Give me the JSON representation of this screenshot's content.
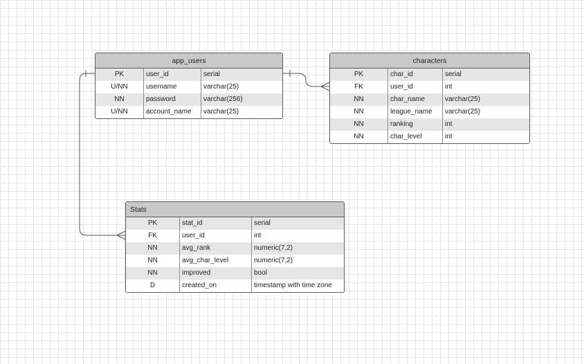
{
  "entities": {
    "app_users": {
      "title": "app_users",
      "rows": [
        {
          "key": "PK",
          "column": "user_id",
          "type": "serial"
        },
        {
          "key": "U/NN",
          "column": "username",
          "type": "varchar(25)"
        },
        {
          "key": "NN",
          "column": "password",
          "type": "varchar(256)"
        },
        {
          "key": "U/NN",
          "column": "account_name",
          "type": "varchar(25)"
        }
      ]
    },
    "characters": {
      "title": "characters",
      "rows": [
        {
          "key": "PK",
          "column": "char_id",
          "type": "serial"
        },
        {
          "key": "FK",
          "column": "user_id",
          "type": "int"
        },
        {
          "key": "NN",
          "column": "char_name",
          "type": "varchar(25)"
        },
        {
          "key": "NN",
          "column": "league_name",
          "type": "varchar(25)"
        },
        {
          "key": "NN",
          "column": "ranking",
          "type": "int"
        },
        {
          "key": "NN",
          "column": "char_level",
          "type": "int"
        }
      ]
    },
    "stats": {
      "title": "Stats",
      "rows": [
        {
          "key": "PK",
          "column": "stat_id",
          "type": "serial"
        },
        {
          "key": "FK",
          "column": "user_id",
          "type": "int"
        },
        {
          "key": "NN",
          "column": "avg_rank",
          "type": "numeric(7,2)"
        },
        {
          "key": "NN",
          "column": "avg_char_level",
          "type": "numeric(7,2)"
        },
        {
          "key": "NN",
          "column": "improved",
          "type": "bool"
        },
        {
          "key": "D",
          "column": "created_on",
          "type": "timestamp with time zone"
        }
      ]
    }
  },
  "relationships": [
    {
      "from": "app_users.user_id",
      "to": "characters.user_id",
      "from_cardinality": "one",
      "to_cardinality": "many"
    },
    {
      "from": "app_users.user_id",
      "to": "stats.user_id",
      "from_cardinality": "one",
      "to_cardinality": "many"
    }
  ],
  "colors": {
    "header": "#c9c9c9",
    "row_alt": "#e6e6e6",
    "border": "#5a5a5a",
    "grid": "#e6e6e6"
  }
}
